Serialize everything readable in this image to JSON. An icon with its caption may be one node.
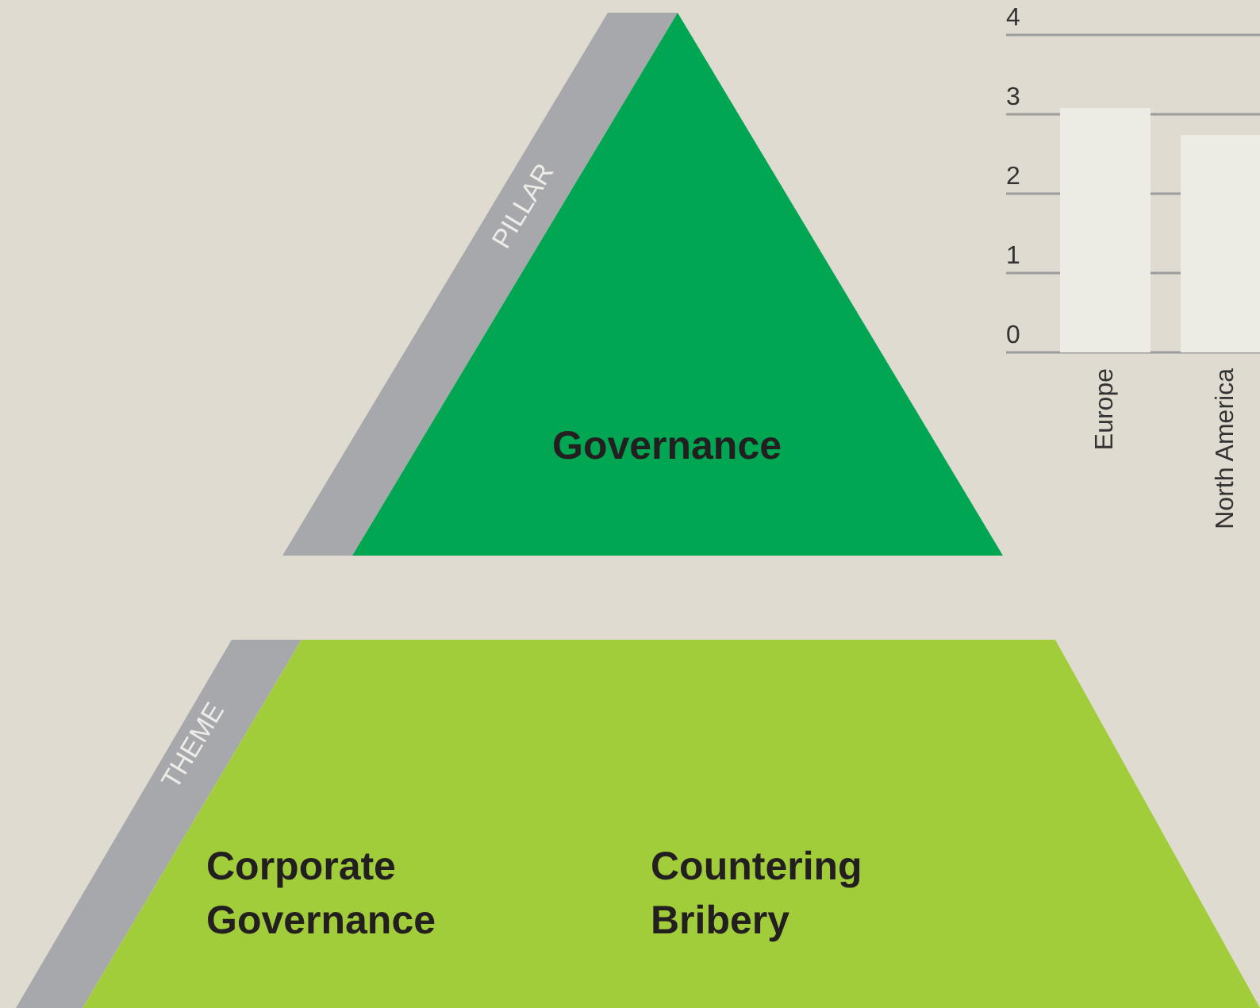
{
  "diagram": {
    "nodes": [
      {
        "text": [
          "PILLAR"
        ]
      },
      {
        "text": [
          "Governance"
        ]
      },
      {
        "text": [
          "THEME"
        ]
      },
      {
        "text": [
          "Corporate Governance",
          "Countering Bribery"
        ]
      }
    ],
    "chart_data": {
      "type": "bar",
      "categories": [
        "Europe",
        "North America"
      ],
      "series": [
        {
          "color": "#ecebe4",
          "values": [
            3.08,
            2.74
          ]
        }
      ],
      "ylim": [
        0,
        4
      ],
      "yticks": [
        0,
        1,
        2,
        3,
        4
      ],
      "grid": true
    }
  }
}
